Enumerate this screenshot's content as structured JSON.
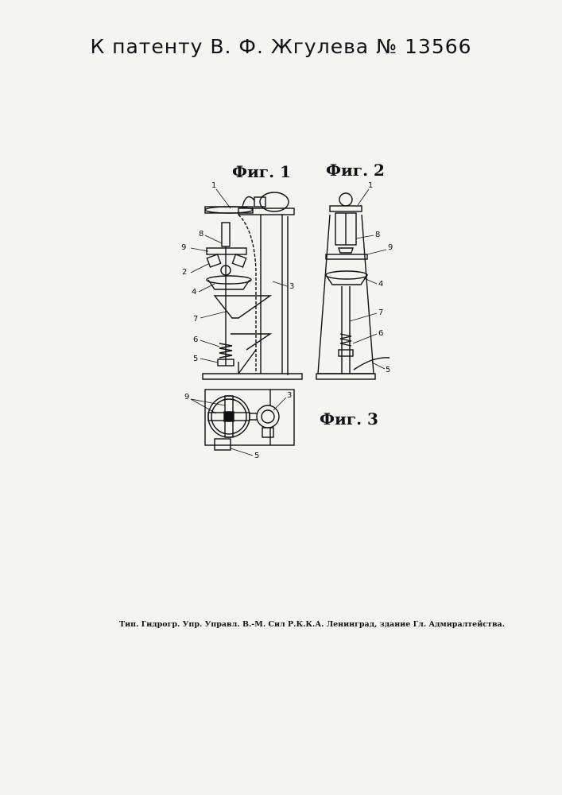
{
  "header": {
    "title": "К патенту В. Ф. Жгулева № 13566"
  },
  "figures": {
    "fig1": "Фиг. 1",
    "fig2": "Фиг. 2",
    "fig3": "Фиг. 3"
  },
  "callouts": {
    "fig1": [
      "1",
      "8",
      "9",
      "2",
      "4",
      "3",
      "7",
      "6",
      "5"
    ],
    "fig2": [
      "1",
      "8",
      "9",
      "4",
      "7",
      "6",
      "5"
    ],
    "fig3": [
      "9",
      "3",
      "5"
    ]
  },
  "footer": {
    "imprint": "Тип. Гидрогр. Упр. Управл. В.-М. Сил Р.К.К.А. Ленинград, здание Гл. Адмиралтейства."
  }
}
